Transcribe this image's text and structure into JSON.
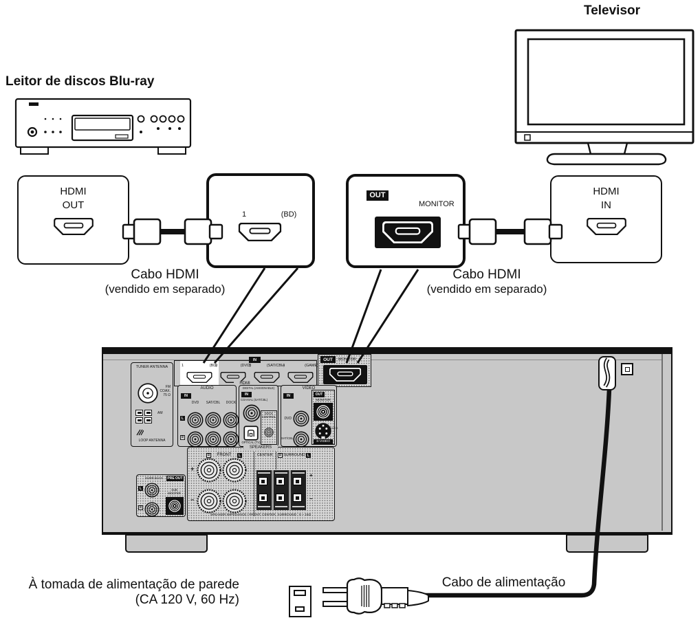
{
  "headings": {
    "tv": "Televisor",
    "bluray": "Leitor de discos Blu-ray"
  },
  "callouts": {
    "bluray_out": {
      "label": "HDMI\nOUT"
    },
    "receiver_in": {
      "number": "1",
      "name": "(BD)"
    },
    "receiver_out": {
      "badge": "OUT",
      "label": "MONITOR"
    },
    "tv_in": {
      "label": "HDMI\nIN"
    }
  },
  "cables": {
    "hdmi_left": {
      "line1": "Cabo HDMI",
      "line2": "(vendido em separado)"
    },
    "hdmi_right": {
      "line1": "Cabo HDMI",
      "line2": "(vendido em separado)"
    },
    "power": {
      "label": "Cabo de alimentação"
    },
    "outlet": {
      "line1": "À tomada de alimentação de parede",
      "line2": "(CA 120 V, 60 Hz)"
    }
  },
  "receiver": {
    "channels": {
      "l": "L",
      "r": "R"
    },
    "in_badge": "IN",
    "tuner": {
      "title": "TUNER ANTENNA",
      "fm": "FM\nCOAX.\n75 Ω",
      "am": "AM",
      "loop": "LOOP ANTENNA"
    },
    "hdmi": {
      "ports": [
        {
          "number": "1",
          "name": "(BD)"
        },
        {
          "number": "2",
          "name": "(DVD)"
        },
        {
          "number": "3",
          "name": "(SAT/CBL)"
        },
        {
          "number": "4",
          "name": "(GAME)"
        }
      ],
      "caption": "HDMI",
      "out_badge": "OUT",
      "out_label": "MONITOR"
    },
    "audio": {
      "title": "AUDIO",
      "columns": [
        "DVD",
        "SAT/CBL",
        "DOCK"
      ]
    },
    "digital": {
      "title": "DIGITAL (ASSIGNABLE)",
      "coaxial": "COAXIAL (SAT/CBL)",
      "optical": "OPTICAL (TV)",
      "dock_control": "DOCK\nCONTROL"
    },
    "video": {
      "title": "VIDEO",
      "input1": "DVD",
      "input2": "SAT/CBL",
      "out_badge": "OUT",
      "out_label": "MONITOR",
      "dock": "DOCK",
      "svideo": "S-VIDEO"
    },
    "speakers": {
      "title": "SPEAKERS",
      "front": "FRONT",
      "center": "CENTER",
      "surround": "SURROUND",
      "plus": "+",
      "minus": "−",
      "impedance": "SPEAKER IMPEDANCE / FRONT, CENTER, SURROUND : 6 ~ 16Ω"
    },
    "preout": {
      "surr": "SURR.BACK",
      "badge": "PRE OUT",
      "sub": "SUB\nWOOFER"
    }
  }
}
